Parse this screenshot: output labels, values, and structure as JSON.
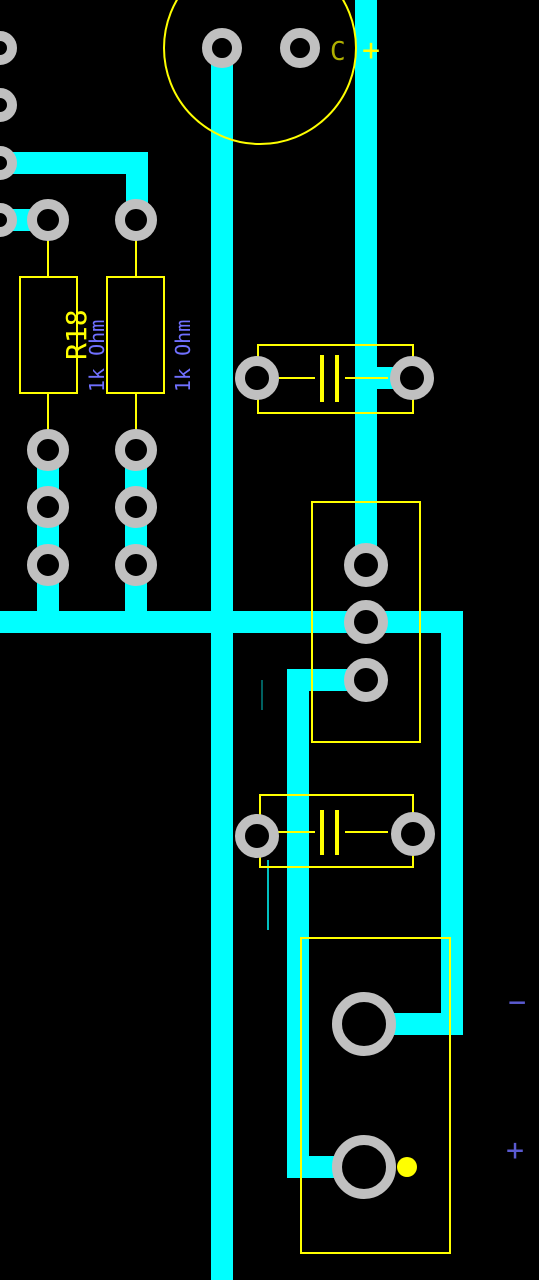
{
  "colors": {
    "background": "#000000",
    "trace": "#00FFFF",
    "silkscreen": "#FFFF00",
    "pad": "#C0C0C0",
    "value_text": "#7070FF"
  },
  "components": {
    "r18": {
      "designator": "R18",
      "value": "1k Ohm"
    },
    "r_right": {
      "value": "1k Ohm"
    },
    "cap_top_text": "C",
    "cap_top_plus": "+",
    "terminal_minus": "−",
    "terminal_plus": "+"
  }
}
